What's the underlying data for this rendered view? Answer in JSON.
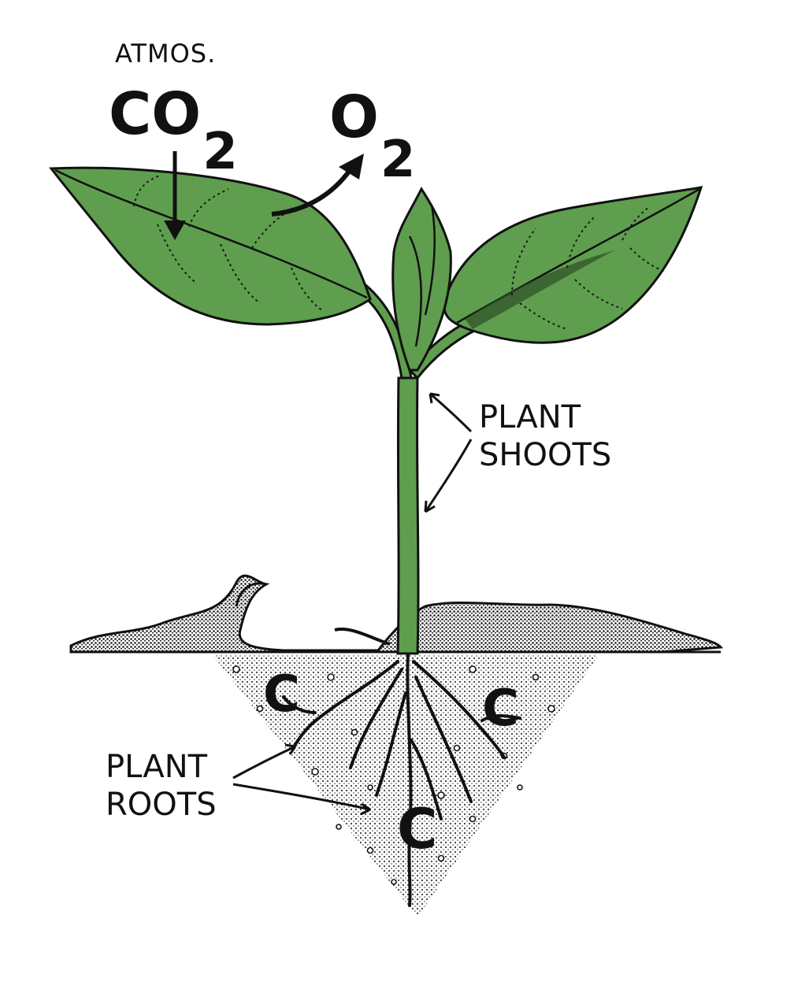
{
  "labels": {
    "atmos": "ATMOS.",
    "co2_main": "CO",
    "co2_sub": "2",
    "o2_main": "O",
    "o2_sub": "2",
    "shoots_line1": "PLANT",
    "shoots_line2": "SHOOTS",
    "roots_line1": "PLANT",
    "roots_line2": "ROOTS",
    "carbon": [
      "C",
      "C",
      "C"
    ]
  },
  "colors": {
    "leaf": "#5f9e4e",
    "leaf_shade": "#3f7a35",
    "ink": "#111111",
    "background": "#ffffff"
  }
}
